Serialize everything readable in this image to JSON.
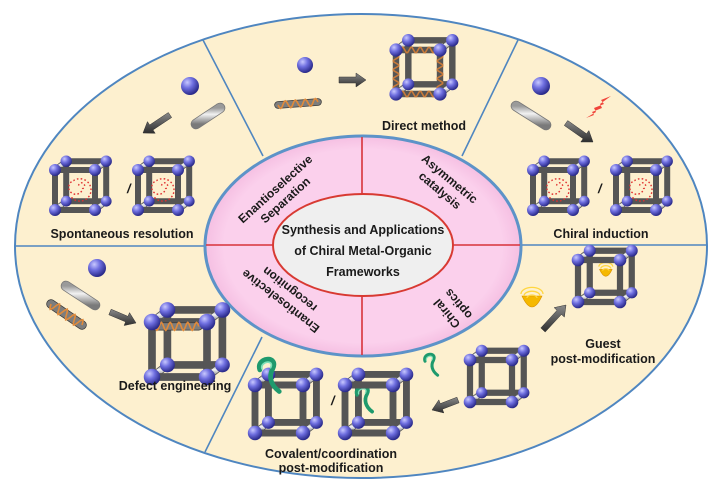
{
  "title_lines": [
    "Synthesis and Applications",
    "of Chiral Metal-Organic",
    "Frameworks"
  ],
  "applications": {
    "enantioselective_separation": [
      "Enantioselective",
      "Separation"
    ],
    "asymmetric_catalysis": [
      "Asymmetric",
      "catalysis"
    ],
    "enantioselective_recognition": [
      "Enantioselective",
      "recognition"
    ],
    "chiral_optics": [
      "Chiral",
      "optics"
    ]
  },
  "methods": {
    "spontaneous_resolution": "Spontaneous resolution",
    "direct_method": "Direct method",
    "chiral_induction": "Chiral induction",
    "defect_engineering": "Defect engineering",
    "covalent_post_modification": [
      "Covalent/coordination",
      "post-modification"
    ],
    "guest_post_modification": [
      "Guest",
      "post-modification"
    ]
  },
  "separator": "/",
  "colors": {
    "outer_fill": "#fdf0cf",
    "outer_stroke": "#4f86c0",
    "ring_fill": "#fbd0ec",
    "ring_stroke": "#5d93c8",
    "inner_fill": "#efefef",
    "inner_stroke": "#d83a32",
    "node": "#6a6ad8",
    "strut": "#b8b8b8",
    "helix": "#c87a3a",
    "ribbon": "#2aa37a",
    "guest": "#f5b800",
    "bolt": "#f0443a",
    "arrow": "#4a4a4a"
  }
}
